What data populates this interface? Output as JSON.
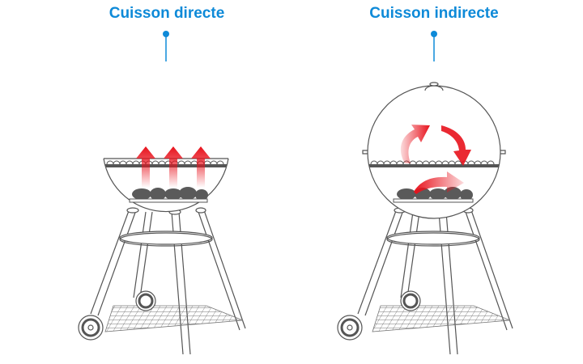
{
  "panels": [
    {
      "title": "Cuisson directe",
      "mode": "direct"
    },
    {
      "title": "Cuisson indirecte",
      "mode": "indirect"
    }
  ],
  "colors": {
    "accent": "#0e8ad8",
    "heat": "#e8121c",
    "outline": "#555555",
    "charcoal": "#5a5a5a"
  }
}
